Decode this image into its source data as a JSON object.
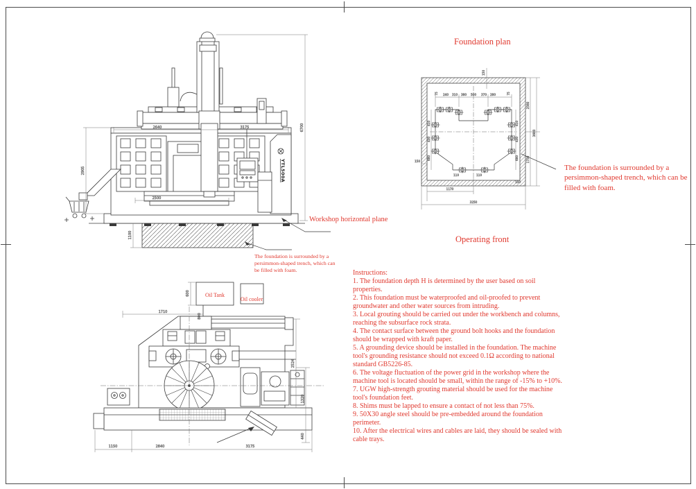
{
  "titles": {
    "foundation_plan": "Foundation plan",
    "operating_front": "Operating front"
  },
  "colors": {
    "annotation_red": "#e0382e",
    "line": "#3a3a3a"
  },
  "front_view": {
    "model": "YTL500A",
    "workshop_plane_label": "Workshop horizontal plane",
    "trench_note": "The foundation is surrounded by a persimmon-shaped trench, which can be filled with foam.",
    "dims": {
      "span_left": "2640",
      "span_right": "3175",
      "total_height": "6700",
      "body_height": "2905",
      "table_width": "2500",
      "foundation_depth": "1100"
    }
  },
  "foundation_plan": {
    "trench_note": "The foundation is surrounded by a persimmon-shaped trench, which can be filled with foam.",
    "dims": {
      "top_row": [
        "240",
        "310",
        "380",
        "500",
        "370",
        "280"
      ],
      "top_end_left": "75",
      "top_end_right": "75",
      "top_center": "150",
      "left_side": [
        "410",
        "430",
        "680"
      ],
      "right_side": [
        "410",
        "430",
        "680"
      ],
      "wall_left": "150",
      "wall_right": "150",
      "inner_height": "2560",
      "outer_height": "3600",
      "lower_right": "1750",
      "bolt_spacing": [
        "110",
        "110"
      ],
      "bottom_inner": "1170",
      "bottom_total": "3250"
    }
  },
  "plan_view": {
    "oil_tank_label": "Oil Tank",
    "oil_cooler_label": "Oil cooler",
    "dims": {
      "oil_tank_width": "600",
      "oil_tank_offset": "800",
      "left_offset": "1710",
      "right_depth": "2524",
      "right_lower": "1320",
      "right_small": "440",
      "bottom_left": "1150",
      "bottom_mid": "2840",
      "bottom_right": "3175"
    }
  },
  "instructions": {
    "heading": "Instructions:",
    "items": [
      "1. The foundation depth H is determined by the user based on soil properties.",
      "2. This foundation must be waterproofed and oil-proofed to prevent groundwater and other water sources from intruding.",
      "3. Local grouting should be carried out under the workbench and columns, reaching the subsurface rock strata.",
      "4. The contact surface between the ground bolt hooks and the foundation should be wrapped with kraft paper.",
      "5. A grounding device should be installed in the foundation. The machine tool's grounding resistance should not exceed 0.1Ω according to national standard GB5226-85.",
      "6. The voltage fluctuation of the power grid in the workshop where the machine tool is located should be small, within the range of -15% to +10%.",
      "7. UGW high-strength grouting material should be used for the machine tool's foundation feet.",
      "8. Shims must be lapped to ensure a contact of not less than 75%.",
      "9. 50X30 angle steel should be pre-embedded around the foundation perimeter.",
      "10. After the electrical wires and cables are laid, they should be sealed with cable trays."
    ]
  }
}
